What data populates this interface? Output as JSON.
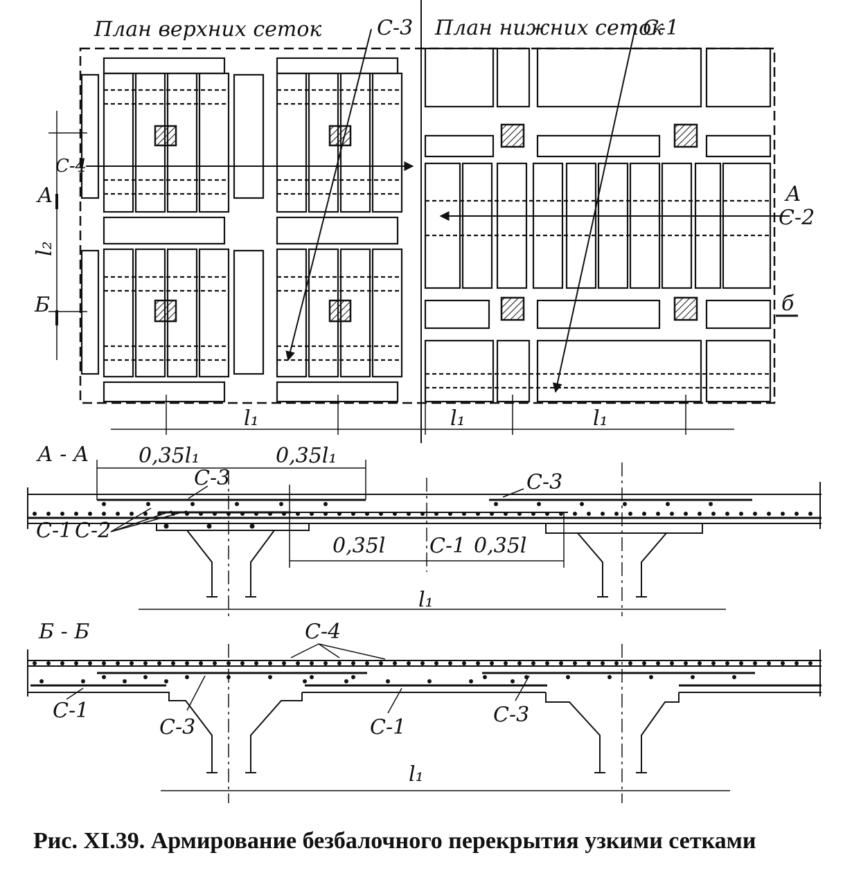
{
  "plan": {
    "upper_title": "План верхних сеток",
    "lower_title": "План нижних сеток",
    "c3": "С-3",
    "c1": "С-1",
    "c4": "С-4",
    "c2": "С-2",
    "section_a": "А",
    "section_b": "Б",
    "section_b_right": "б",
    "l2": "l₂",
    "l1": "l₁"
  },
  "section_aa": {
    "title": "А - А",
    "dim_035l1": "0,35l₁",
    "dim_035l": "0,35l",
    "c3": "С-3",
    "c1": "С-1",
    "c2": "С-2",
    "l1": "l₁"
  },
  "section_bb": {
    "title": "Б - Б",
    "c4": "С-4",
    "c1": "С-1",
    "c3": "С-3",
    "l1": "l₁"
  },
  "caption": "Рис. XI.39. Армирование безбалочного перекрытия узкими сетками"
}
